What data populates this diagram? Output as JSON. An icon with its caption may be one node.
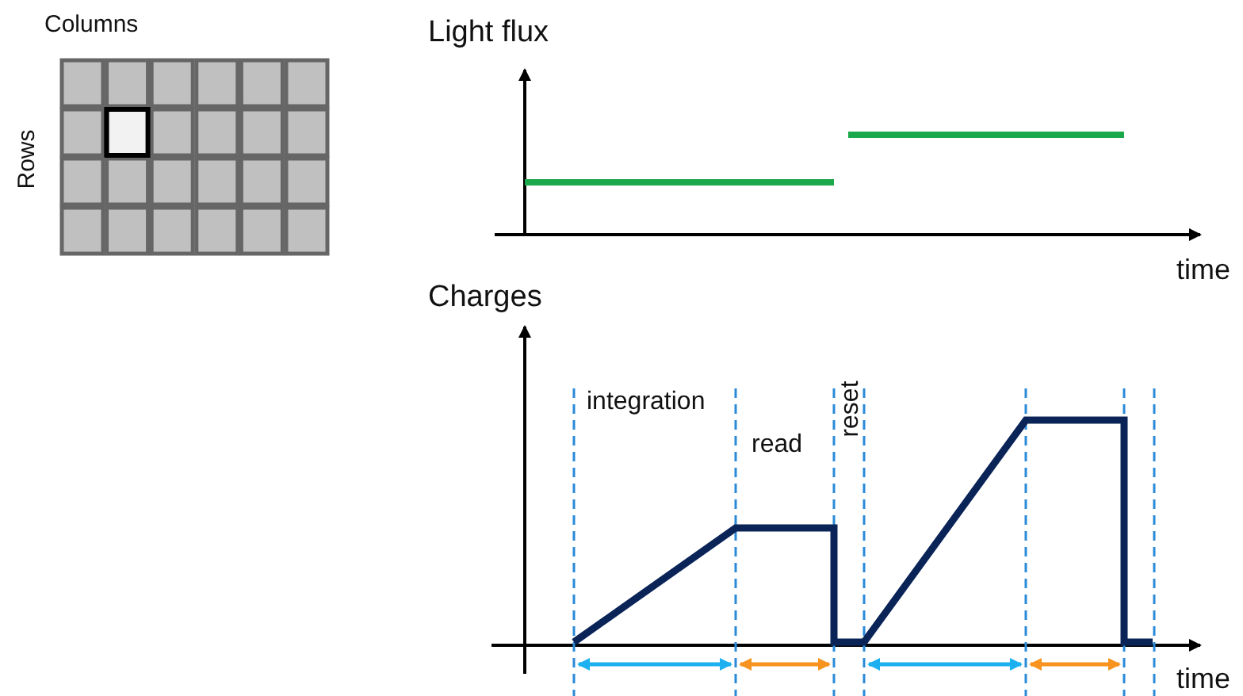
{
  "diagram": {
    "labels": [
      "Columns",
      "Rows",
      "Light flux",
      "time",
      "Charges",
      "integration",
      "read",
      "reset",
      "time"
    ]
  }
}
